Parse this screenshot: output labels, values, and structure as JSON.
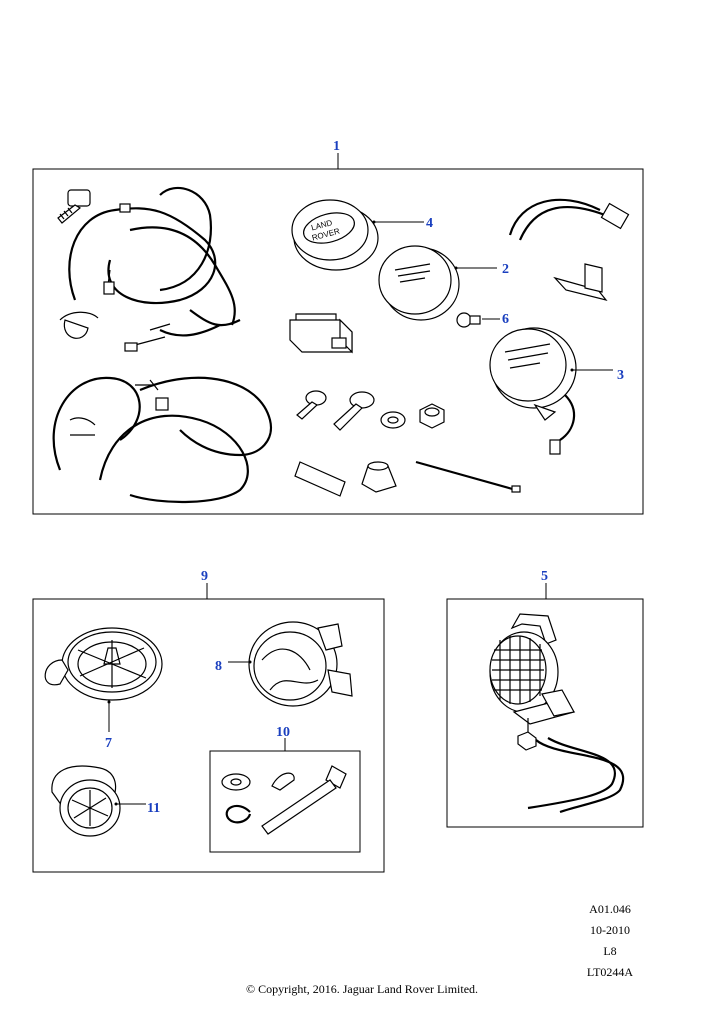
{
  "callouts": {
    "c1": "1",
    "c2": "2",
    "c3": "3",
    "c4": "4",
    "c5": "5",
    "c6": "6",
    "c7": "7",
    "c8": "8",
    "c9": "9",
    "c10": "10",
    "c11": "11"
  },
  "badge": {
    "line1": "LAND",
    "line2": "ROVER"
  },
  "reference": {
    "code": "A01.046",
    "date": "10-2010",
    "level": "L8",
    "illustration": "LT0244A"
  },
  "copyright": "© Copyright, 2016. Jaguar Land Rover Limited.",
  "colors": {
    "callout": "#1a3fbf",
    "line": "#000000"
  }
}
